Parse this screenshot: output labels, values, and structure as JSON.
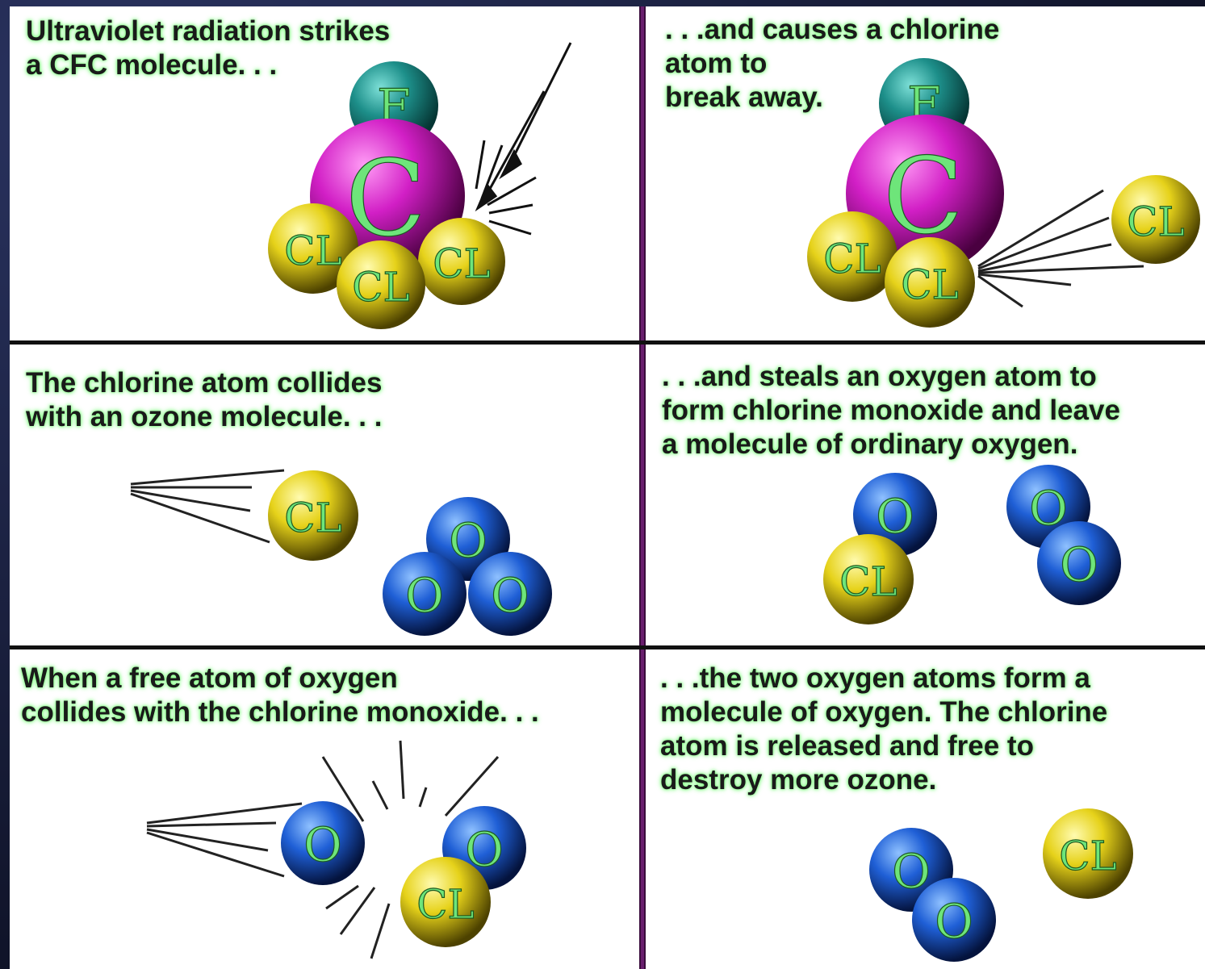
{
  "panels": [
    {
      "id": "p1",
      "text": [
        "Ultraviolet radiation strikes",
        "a CFC molecule. . ."
      ]
    },
    {
      "id": "p2",
      "text": [
        ". . .and causes a chlorine",
        "atom to",
        "break away."
      ]
    },
    {
      "id": "p3",
      "text": [
        "The chlorine atom collides",
        "with an ozone molecule. . ."
      ]
    },
    {
      "id": "p4",
      "text": [
        ". . .and steals an oxygen atom to",
        "form chlorine monoxide and leave",
        "a molecule of ordinary oxygen."
      ]
    },
    {
      "id": "p5",
      "text": [
        "When a free atom of oxygen",
        "collides with the chlorine monoxide. . ."
      ]
    },
    {
      "id": "p6",
      "text": [
        ". . .the two oxygen atoms form a",
        "molecule of oxygen. The chlorine",
        "atom is released and free to",
        "destroy more ozone."
      ]
    }
  ],
  "atom_labels": {
    "carbon": "C",
    "fluorine": "F",
    "chlorine": "CL",
    "oxygen": "O"
  },
  "colors": {
    "carbon": "#d21fc6",
    "fluorine": "#1d8f8a",
    "chlorine": "#e6d21a",
    "oxygen": "#1f5fd6",
    "label": "#6ee57a",
    "divider": "#6a1f6e",
    "text_glow": "#7dff7d"
  }
}
